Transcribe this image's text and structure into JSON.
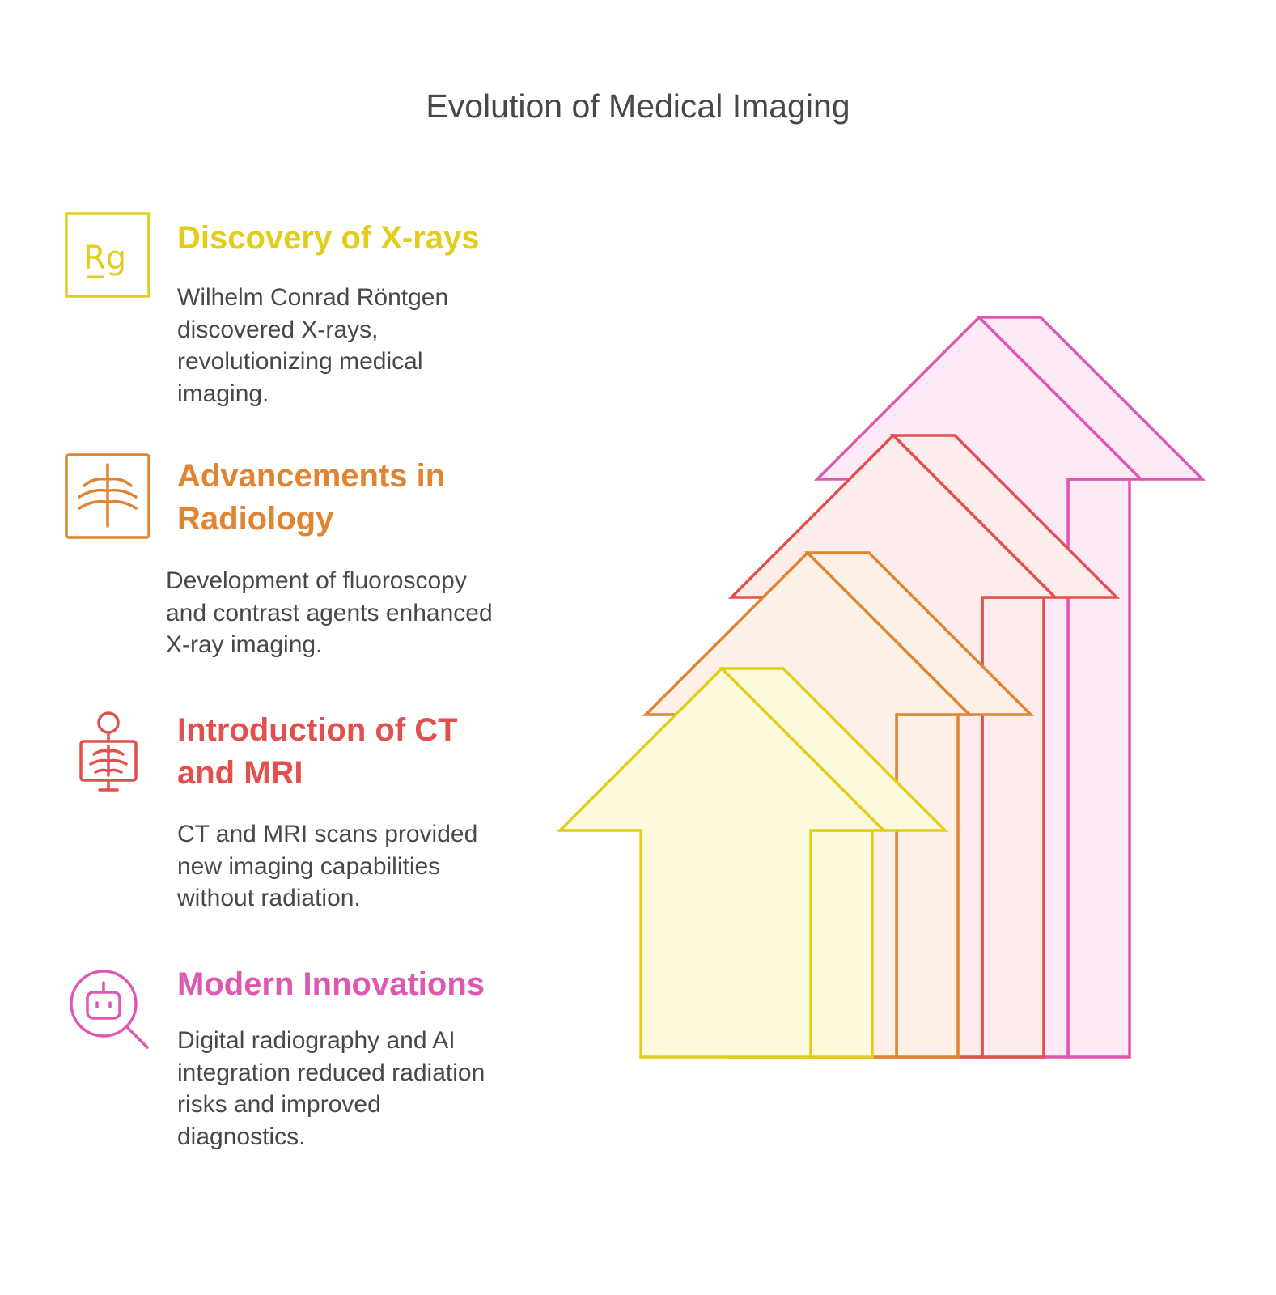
{
  "title": "Evolution of Medical Imaging",
  "colors": {
    "yellow": "#e2cd1b",
    "orange": "#e08431",
    "red": "#e2504e",
    "pink": "#dd59b1",
    "text": "#484848"
  },
  "steps": [
    {
      "heading": "Discovery of X-rays",
      "description": "Wilhelm Conrad Röntgen discovered X-rays, revolutionizing medical imaging.",
      "icon": "rg-element-icon",
      "icon_text": "Rg",
      "color": "#e2cd1b",
      "fill": "#fdf9dd"
    },
    {
      "heading": "Advancements in Radiology",
      "description": "Development of fluoroscopy and contrast agents enhanced X-ray imaging.",
      "icon": "chest-xray-icon",
      "color": "#e08431",
      "fill": "#fdf0e6"
    },
    {
      "heading": "Introduction of CT and MRI",
      "description": "CT and MRI scans provided new imaging capabilities without radiation.",
      "icon": "body-scan-icon",
      "color": "#e2504e",
      "fill": "#fdecec"
    },
    {
      "heading": "Modern Innovations",
      "description": "Digital radiography and AI integration reduced radiation risks and improved diagnostics.",
      "icon": "robot-search-icon",
      "color": "#dd59b1",
      "fill": "#fdeaf6"
    }
  ]
}
